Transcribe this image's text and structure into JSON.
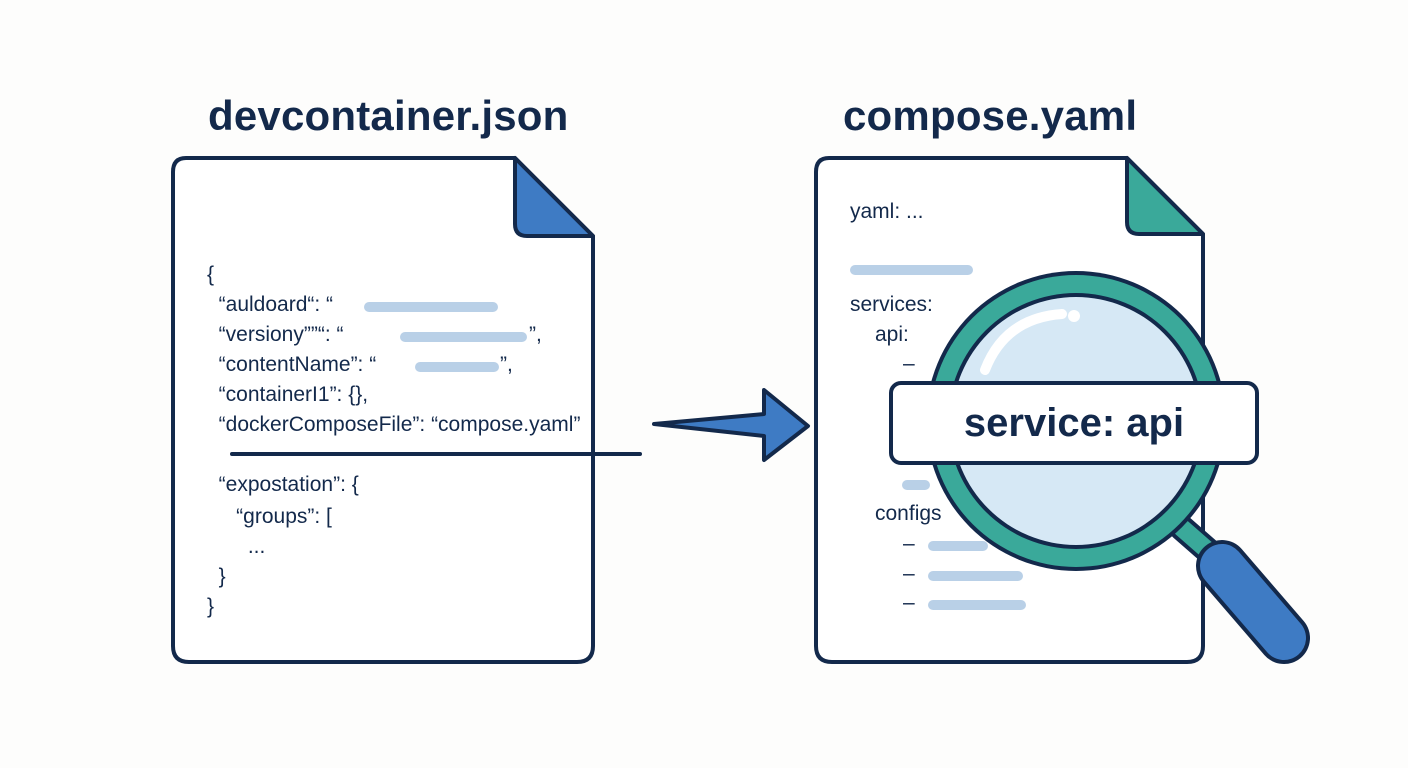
{
  "left_file": {
    "title": "devcontainer.json",
    "lines": [
      "{",
      "  “auldoard“: “",
      "  “versiony””“: “",
      "  “contentName”: “",
      "  “containerI1”: {},",
      "  “dockerComposeFile”: “compose.yaml”",
      "  “expostation”: {",
      "     “groups”: [",
      "       ...",
      "  }",
      "}"
    ],
    "suffixes": [
      "”,",
      "”,"
    ]
  },
  "right_file": {
    "title": "compose.yaml",
    "lines": [
      "yaml: ...",
      "services:",
      "api:",
      "–",
      "configs",
      "–",
      "–",
      "–"
    ]
  },
  "magnifier": {
    "label": "service: api"
  },
  "colors": {
    "ink": "#13294b",
    "accent_blue": "#3e7bc4",
    "accent_teal": "#3aa99a",
    "placeholder_bar": "#b9d0e7",
    "lens_fill": "#d6e8f5"
  }
}
